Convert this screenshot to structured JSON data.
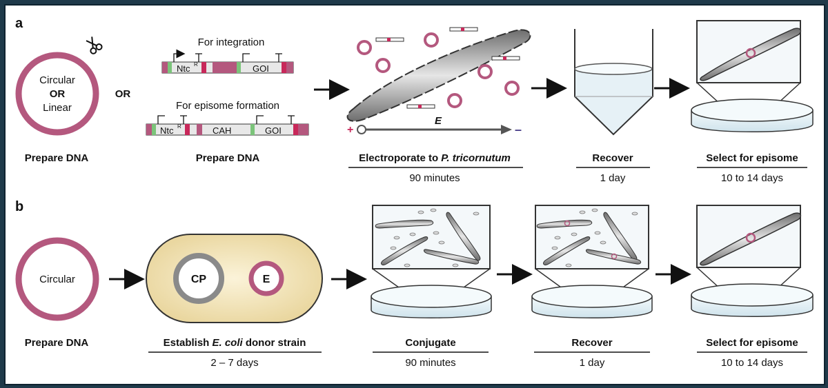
{
  "panels": {
    "a": {
      "letter": "a",
      "or_inside": "OR",
      "circle_top": "Circular",
      "circle_bottom": "Linear",
      "or_between": "OR",
      "integration_label": "For integration",
      "episome_label": "For episome formation",
      "ntc_label": "Ntc",
      "ntc_sup": "R",
      "goi_label": "GOI",
      "cah_label": "CAH",
      "field_label": "E",
      "steps": [
        {
          "title": "Prepare DNA",
          "duration": ""
        },
        {
          "title": "Prepare DNA",
          "duration": ""
        },
        {
          "title_prefix": "Electroporate to ",
          "title_italic": "P. tricornutum",
          "duration": "90 minutes"
        },
        {
          "title": "Recover",
          "duration": "1 day"
        },
        {
          "title": "Select for episome",
          "duration": "10 to 14 days"
        }
      ]
    },
    "b": {
      "letter": "b",
      "circle_label": "Circular",
      "cp_label": "CP",
      "e_label": "E",
      "steps": [
        {
          "title": "Prepare DNA",
          "duration": ""
        },
        {
          "title_prefix": "Establish ",
          "title_italic": "E. coli",
          "title_suffix": " donor strain",
          "duration": "2 – 7 days"
        },
        {
          "title": "Conjugate",
          "duration": "90 minutes"
        },
        {
          "title": "Recover",
          "duration": "1 day"
        },
        {
          "title": "Select for episome",
          "duration": "10 to 14 days"
        }
      ]
    }
  },
  "colors": {
    "plasmid": "#b4587e",
    "marker_red": "#c8285a",
    "marker_green": "#7bc47a",
    "cell_gray": "#8a8a8a",
    "dish_blue": "#e4f0f5",
    "donor_fill": "#f2e3b4",
    "field_plus": "#c8285a",
    "field_minus": "#4a3f8a"
  }
}
